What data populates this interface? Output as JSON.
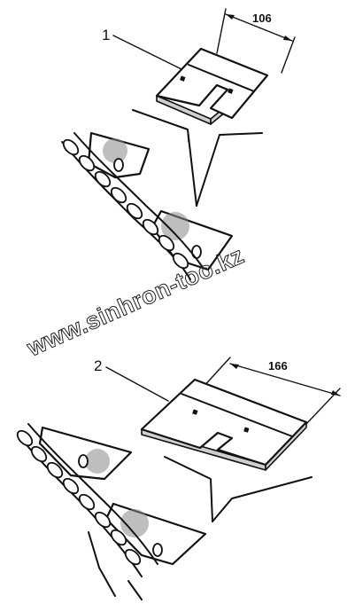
{
  "callouts": {
    "item1": "1",
    "item2": "2"
  },
  "dimensions": {
    "width1": "106",
    "width2": "166"
  },
  "watermark": "www.sinhron-too.kz",
  "colors": {
    "ink": "#111111",
    "background": "#ffffff"
  }
}
